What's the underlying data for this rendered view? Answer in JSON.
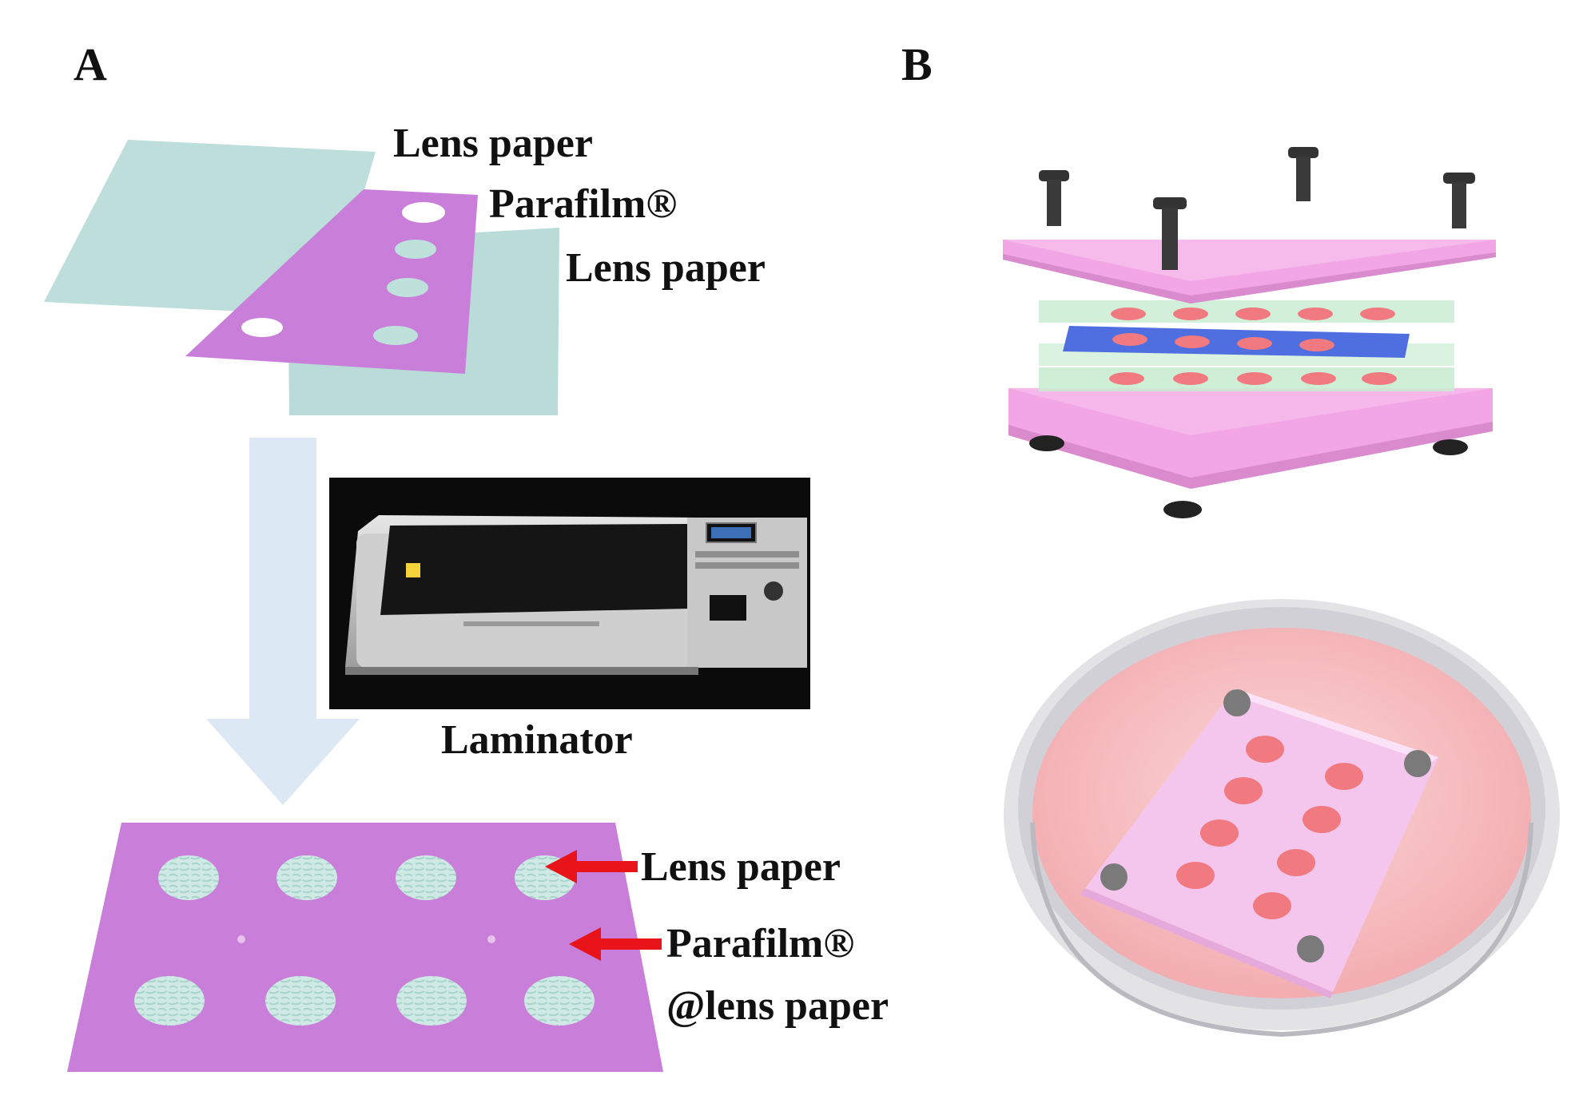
{
  "panels": {
    "a": "A",
    "b": "B"
  },
  "panel_a": {
    "lens_paper_top": "Lens paper",
    "parafilm": "Parafilm®",
    "lens_paper_bottom": "Lens paper",
    "laminator": "Laminator",
    "result_lens_paper": "Lens paper",
    "result_parafilm": "Parafilm®",
    "result_composite": "@lens paper"
  },
  "colors": {
    "lens_paper": "#b9dcd8",
    "parafilm": "#c97ed9",
    "flow_arrow": "#dce8f3",
    "red_arrow": "#e8141a",
    "pink_plate": "#f2a6e6",
    "green_sheet": "#c9ecd2",
    "blue_sheet": "#4f6fe0",
    "red_spot": "#f07a80",
    "medium": "#f6bdc0",
    "screw": "#333333"
  },
  "icons": [
    "laminator-photo",
    "screw-icon",
    "petri-dish-icon"
  ]
}
